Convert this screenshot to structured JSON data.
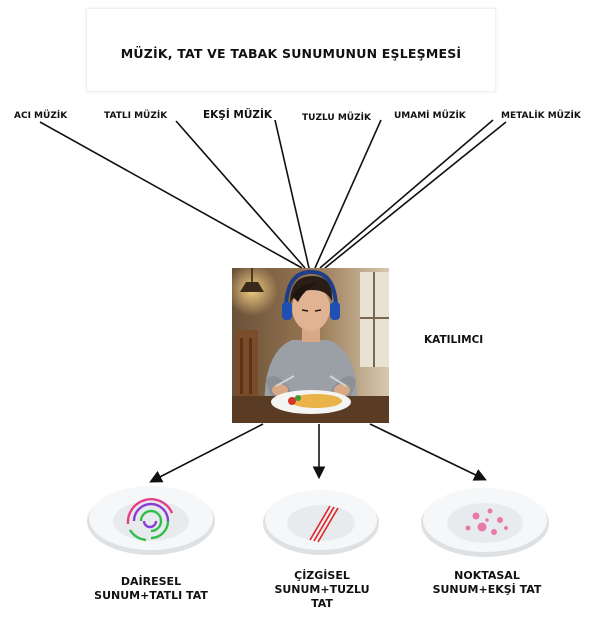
{
  "title": "MÜZİK, TAT VE TABAK SUNUMUNUN EŞLEŞMESİ",
  "music_labels": [
    "ACI MÜZİK",
    "TATLI MÜZİK",
    "EKŞİ MÜZİK",
    "TUZLU MÜZİK",
    "UMAMİ MÜZİK",
    "METALİK MÜZİK"
  ],
  "participant_label": "KATILIMCI",
  "plates": [
    {
      "line1": "DAİRESEL",
      "line2": "SUNUM+TATLI TAT",
      "line3": ""
    },
    {
      "line1": "ÇİZGİSEL",
      "line2": "SUNUM+TUZLU",
      "line3": "TAT"
    },
    {
      "line1": "NOKTASAL",
      "line2": "SUNUM+EKŞİ TAT",
      "line3": ""
    }
  ],
  "colors": {
    "line": "#111111",
    "plate": "#e9ecef",
    "plate_rim": "#f7f8f9",
    "circle_green": "#2fbf4a",
    "circle_purple": "#8a3fd1",
    "circle_pink": "#e43f8c",
    "stripe_red": "#e0262d",
    "dot_pink": "#e77aa8"
  }
}
